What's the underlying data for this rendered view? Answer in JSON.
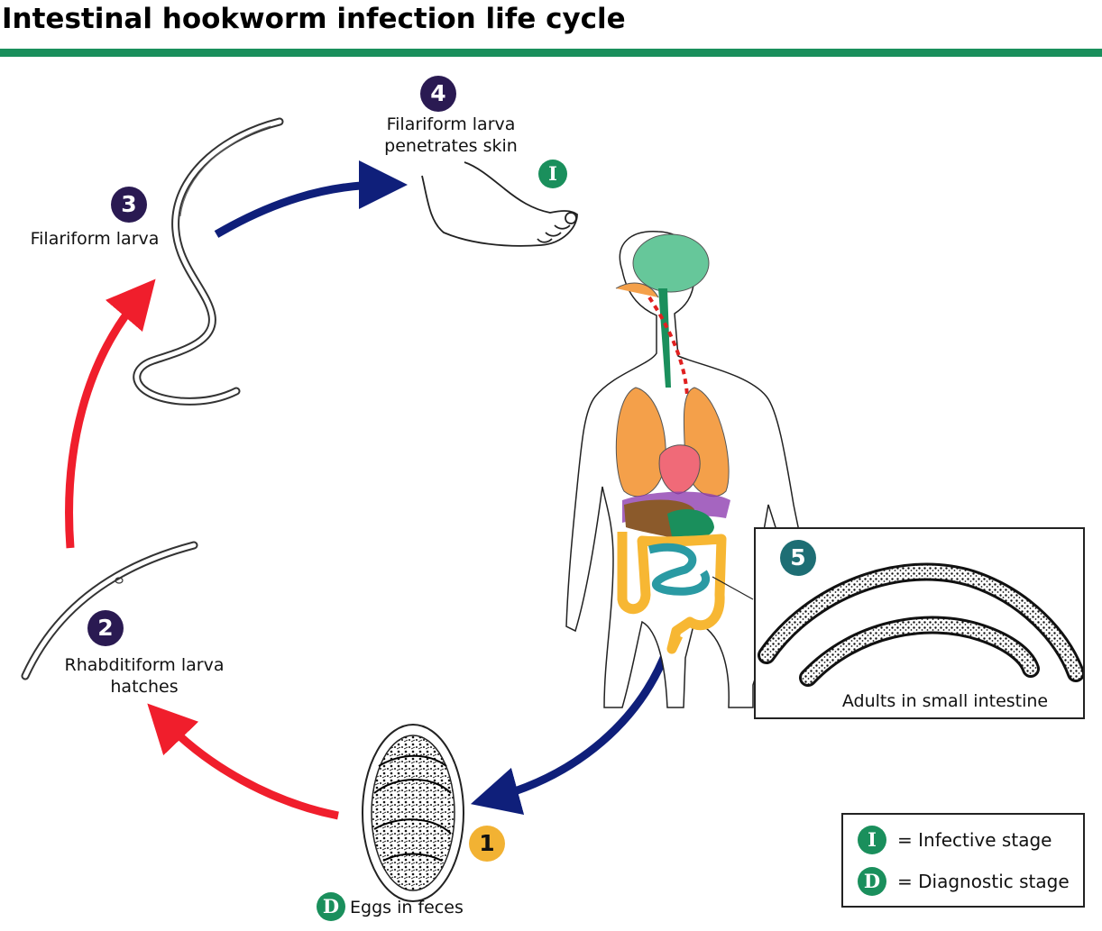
{
  "title": "Intestinal hookworm infection life cycle",
  "colors": {
    "rule": "#1a8f5c",
    "stage_badge": "#2a1a52",
    "infective_badge": "#1a8f5c",
    "diagnostic_badge": "#1a8f5c",
    "egg_badge": "#f2b233",
    "adult_badge": "#1e6e74",
    "arrow_blue": "#0f1f7a",
    "arrow_red": "#f01e2c"
  },
  "stages": [
    {
      "number": "1",
      "label": "Eggs in feces",
      "badge": "D"
    },
    {
      "number": "2",
      "label_line1": "Rhabditiform larva",
      "label_line2": "hatches"
    },
    {
      "number": "3",
      "label": "Filariform larva"
    },
    {
      "number": "4",
      "label_line1": "Filariform larva",
      "label_line2": "penetrates skin",
      "badge": "I"
    },
    {
      "number": "5",
      "label": "Adults in small intestine"
    }
  ],
  "legend": {
    "infective_letter": "I",
    "infective_text": "= Infective stage",
    "diagnostic_letter": "D",
    "diagnostic_text": "= Diagnostic stage"
  },
  "icons": [
    "foot-icon",
    "human-body-icon",
    "egg-icon",
    "larva-icon",
    "adult-worm-icon"
  ]
}
